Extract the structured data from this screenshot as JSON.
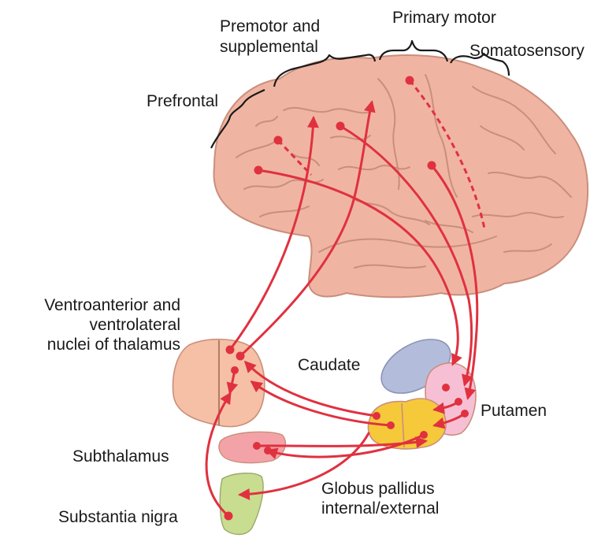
{
  "labels": {
    "premotor_line1": "Premotor and",
    "premotor_line2": "supplemental",
    "primary_motor": "Primary motor",
    "somatosensory": "Somatosensory",
    "prefrontal": "Prefrontal",
    "thalamus_line1": "Ventroanterior and",
    "thalamus_line2": "ventrolateral",
    "thalamus_line3": "nuclei of thalamus",
    "caudate": "Caudate",
    "putamen": "Putamen",
    "subthalamus": "Subthalamus",
    "globus_line1": "Globus pallidus",
    "globus_line2": "internal/external",
    "substantia_nigra": "Substantia nigra"
  },
  "colors": {
    "pathway": "#e0313f",
    "brain": "#f0b5a2",
    "thalamus": "#f6c0a6",
    "caudate": "#b4bcdb",
    "putamen": "#f7bfd4",
    "globus_pallidus": "#f6c93a",
    "subthalamus": "#f3a3a8",
    "substantia_nigra": "#c8dd8f"
  }
}
